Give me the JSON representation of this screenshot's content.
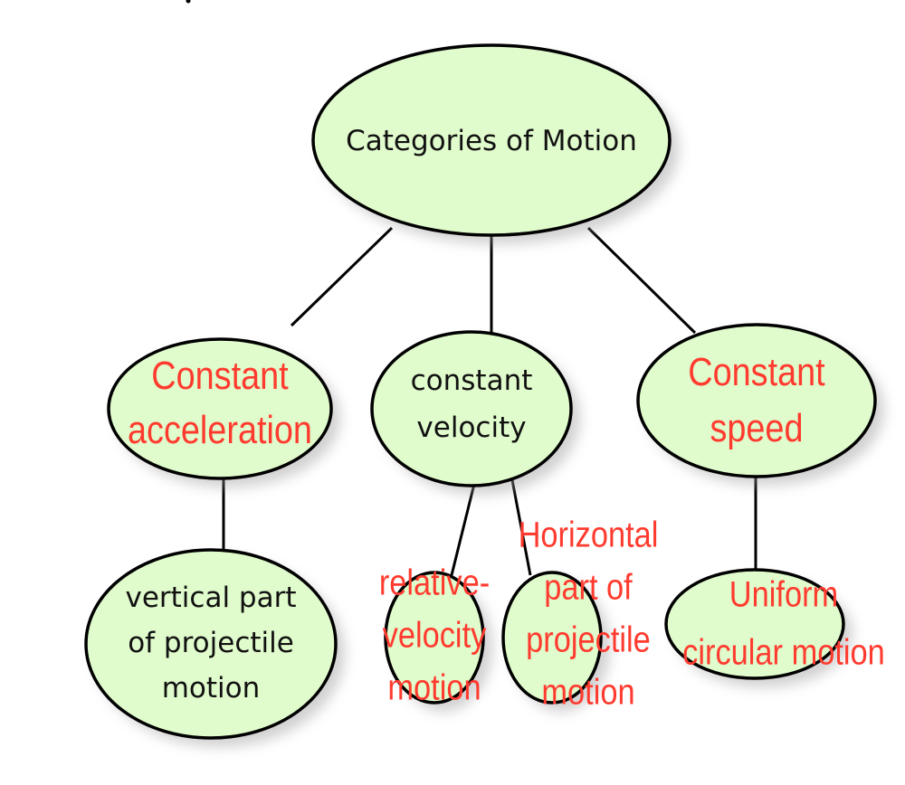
{
  "diagram": {
    "title": "Categories of Motion concept map",
    "colors": {
      "node_fill": "#e0fbcc",
      "node_stroke": "#000000",
      "answer_text": "#ff3b2f",
      "given_text": "#111111"
    },
    "root": {
      "id": "root",
      "lines": [
        "Categories of Motion"
      ],
      "style": "given"
    },
    "categories": [
      {
        "id": "const-accel",
        "lines": [
          "Constant",
          "acceleration"
        ],
        "style": "answer"
      },
      {
        "id": "const-vel",
        "lines": [
          "constant",
          "velocity"
        ],
        "style": "given"
      },
      {
        "id": "const-speed",
        "lines": [
          "Constant",
          "speed"
        ],
        "style": "answer"
      }
    ],
    "examples": [
      {
        "id": "vertical-projectile",
        "parent": "const-accel",
        "lines": [
          "vertical part",
          "of projectile",
          "motion"
        ],
        "style": "given"
      },
      {
        "id": "relative-velocity",
        "parent": "const-vel",
        "lines": [
          "relative-",
          "velocity",
          "motion"
        ],
        "style": "answer"
      },
      {
        "id": "horizontal-projectile",
        "parent": "const-vel",
        "lines": [
          "Horizontal",
          "part of",
          "projectile",
          "motion"
        ],
        "style": "answer"
      },
      {
        "id": "uniform-circular",
        "parent": "const-speed",
        "lines": [
          "Uniform",
          "circular motion"
        ],
        "style": "answer"
      }
    ],
    "edges": [
      [
        "root",
        "const-accel"
      ],
      [
        "root",
        "const-vel"
      ],
      [
        "root",
        "const-speed"
      ],
      [
        "const-accel",
        "vertical-projectile"
      ],
      [
        "const-vel",
        "relative-velocity"
      ],
      [
        "const-vel",
        "horizontal-projectile"
      ],
      [
        "const-speed",
        "uniform-circular"
      ]
    ]
  }
}
